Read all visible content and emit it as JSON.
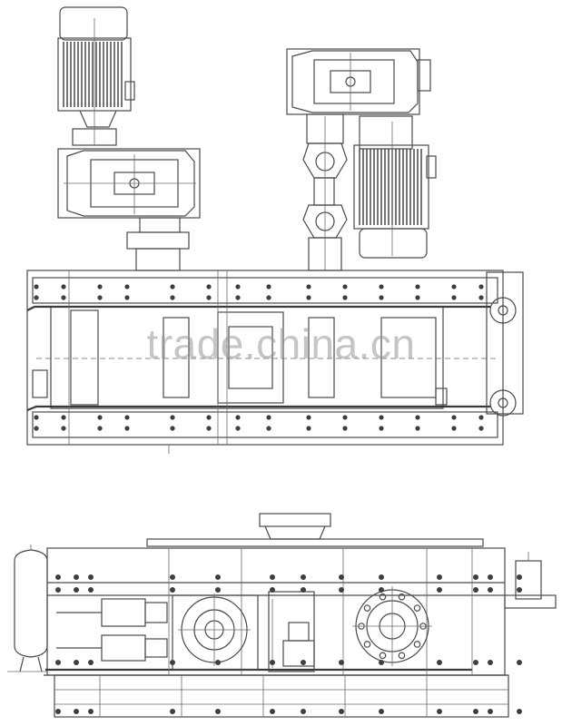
{
  "watermark": {
    "text": "trade.china.cn"
  },
  "views": [
    {
      "id": "plan-view",
      "components": [
        "motor",
        "gearbox",
        "coupling",
        "motor",
        "gearbox",
        "universal-joint-shaft",
        "frame",
        "roller",
        "roller"
      ]
    },
    {
      "id": "elevation-view",
      "components": [
        "feed-hopper",
        "hydraulic-accumulator",
        "housing",
        "roll-bearing",
        "roll-bearing",
        "hydraulic-cylinder",
        "hydraulic-cylinder",
        "oil-tank",
        "base-frame"
      ]
    }
  ],
  "colors": {
    "line": "#4a4a4a",
    "background": "#ffffff",
    "watermark": "#969696"
  }
}
